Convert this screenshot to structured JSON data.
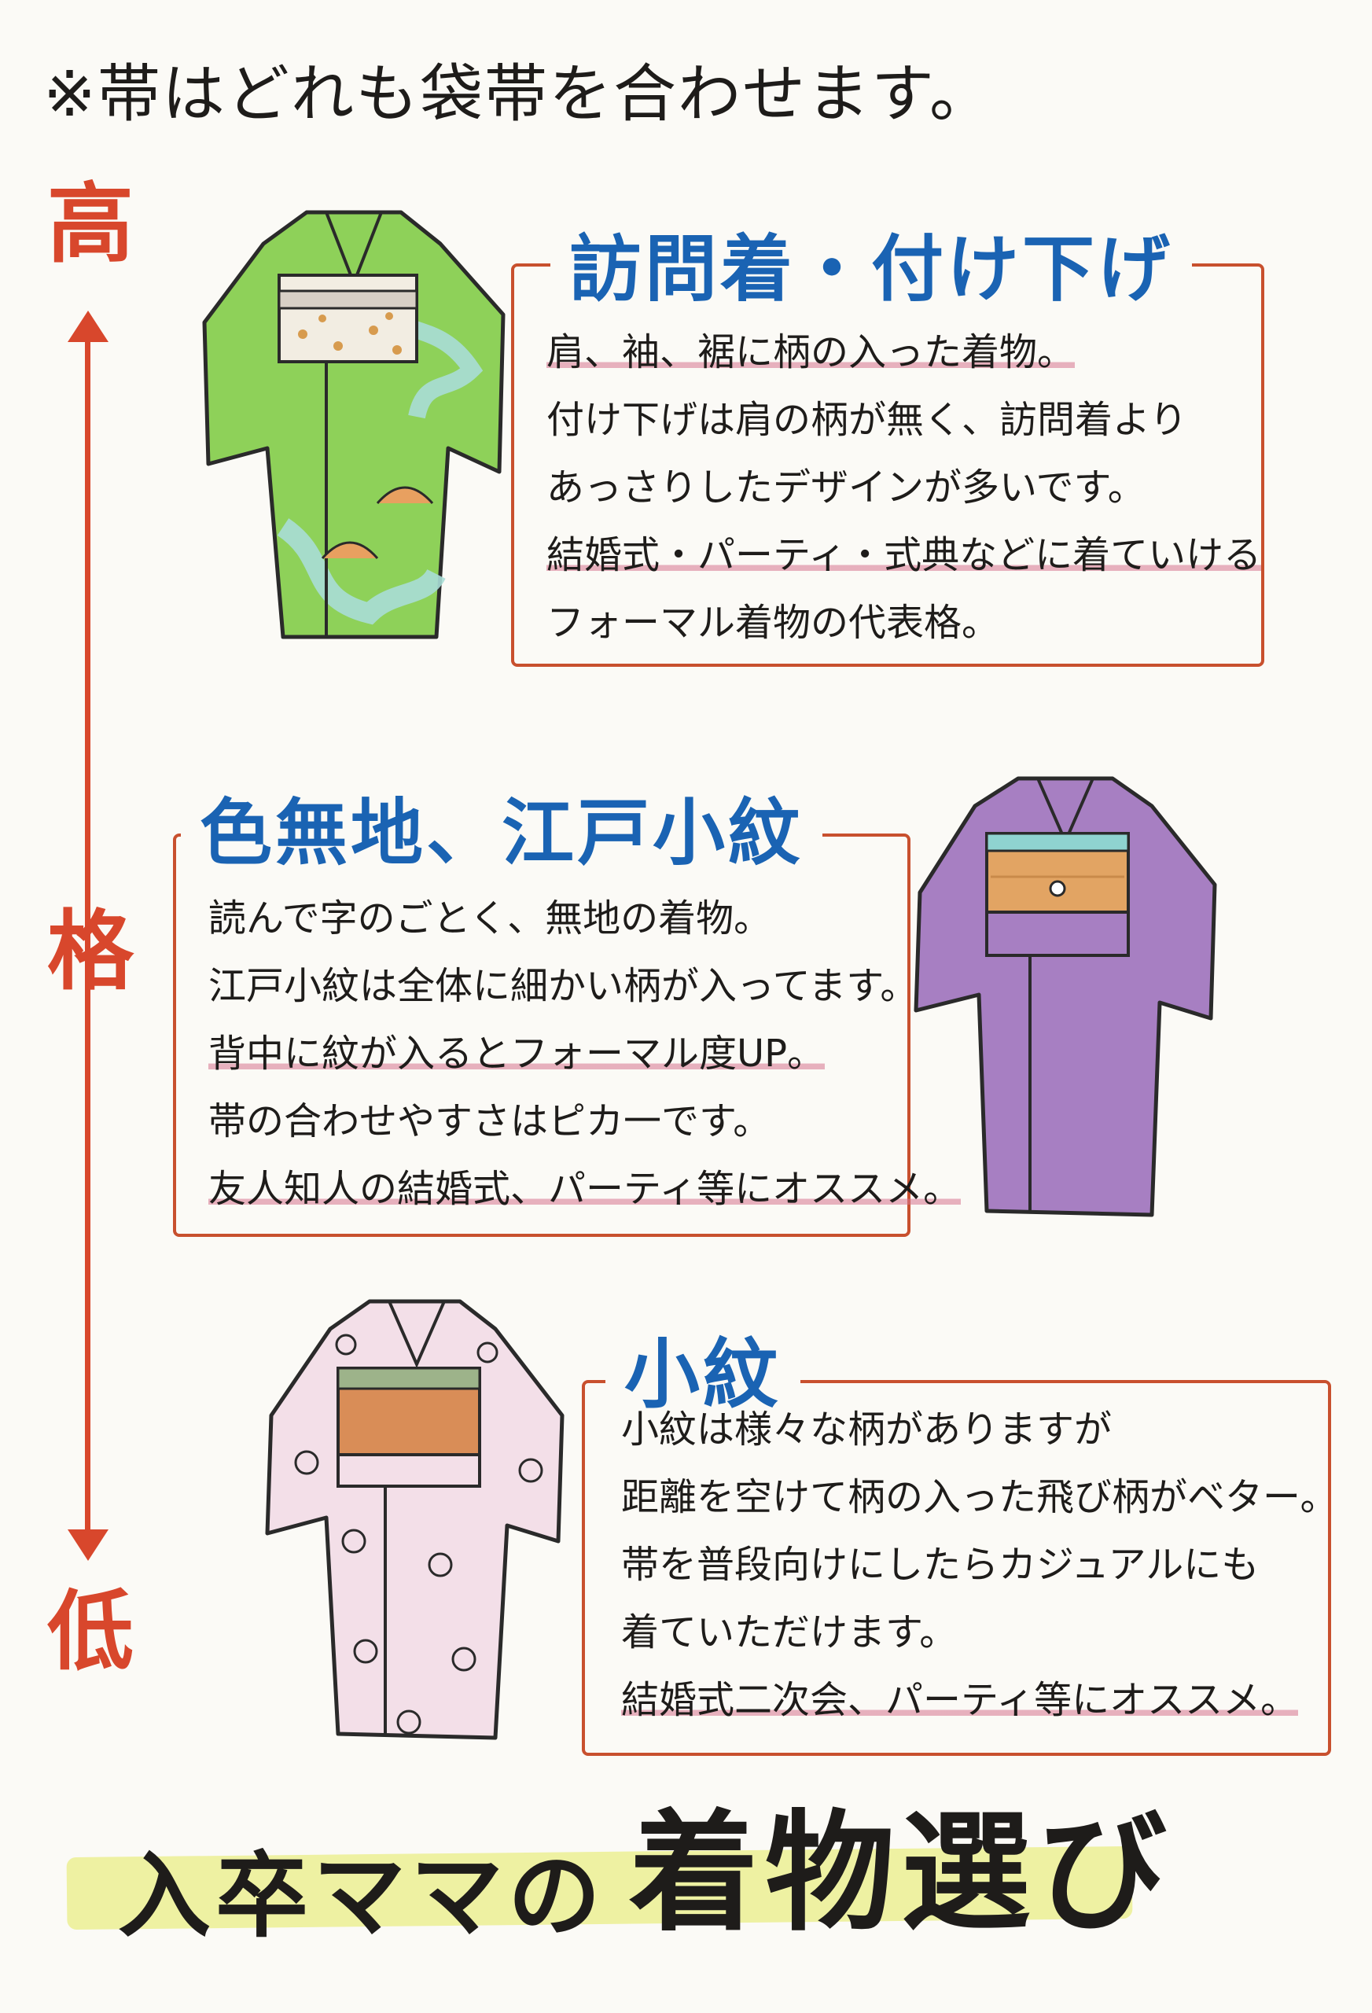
{
  "header_note": "※帯はどれも袋帯を合わせます。",
  "formality_scale": {
    "top": "高",
    "middle": "格",
    "bottom": "低"
  },
  "sections": [
    {
      "title": "訪問着・付け下げ",
      "lines": [
        "肩、袖、裾に柄の入った着物。",
        "付け下げは肩の柄が無く、訪問着より",
        "あっさりしたデザインが多いです。",
        "結婚式・パーティ・式典などに着ていける",
        "フォーマル着物の代表格。"
      ],
      "kimono_color": "#8ed159"
    },
    {
      "title": "色無地、江戸小紋",
      "lines": [
        "読んで字のごとく、無地の着物。",
        "江戸小紋は全体に細かい柄が入ってます。",
        "背中に紋が入るとフォーマル度UP。",
        "帯の合わせやすさはピカ一です。",
        "友人知人の結婚式、パーティ等にオススメ。"
      ],
      "kimono_color": "#a77fc2"
    },
    {
      "title": "小紋",
      "lines": [
        "小紋は様々な柄がありますが",
        "距離を空けて柄の入った飛び柄がベター。",
        "帯を普段向けにしたらカジュアルにも",
        "着ていただけます。",
        "結婚式二次会、パーティ等にオススメ。"
      ],
      "kimono_color": "#f3dfe8"
    }
  ],
  "footer": {
    "small": "入卒ママの",
    "big": "着物選び"
  },
  "colors": {
    "accent_red": "#d8472c",
    "title_blue": "#1a63b3",
    "highlight_pink": "#d6748e",
    "footer_yellow": "#eef1a2"
  }
}
